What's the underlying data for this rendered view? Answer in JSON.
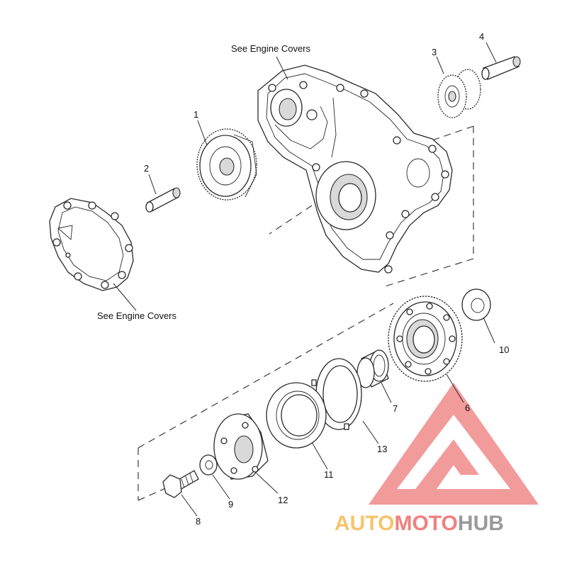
{
  "notes": {
    "engine_covers_top": "See Engine Covers",
    "engine_covers_left": "See Engine Covers"
  },
  "callouts": [
    {
      "id": "1",
      "text": "1"
    },
    {
      "id": "2",
      "text": "2"
    },
    {
      "id": "3",
      "text": "3"
    },
    {
      "id": "4",
      "text": "4"
    },
    {
      "id": "6",
      "text": "6"
    },
    {
      "id": "7",
      "text": "7"
    },
    {
      "id": "8",
      "text": "8"
    },
    {
      "id": "9",
      "text": "9"
    },
    {
      "id": "10",
      "text": "10"
    },
    {
      "id": "11",
      "text": "11"
    },
    {
      "id": "12",
      "text": "12"
    },
    {
      "id": "13",
      "text": "13"
    }
  ],
  "watermark": {
    "part1": "AUTO",
    "part2": "MOTO",
    "part3": "HUB",
    "colors": {
      "auto": "#f7c46c",
      "moto": "#f08080",
      "hub": "#9a9a9a",
      "logo": "#f08a8a"
    }
  }
}
